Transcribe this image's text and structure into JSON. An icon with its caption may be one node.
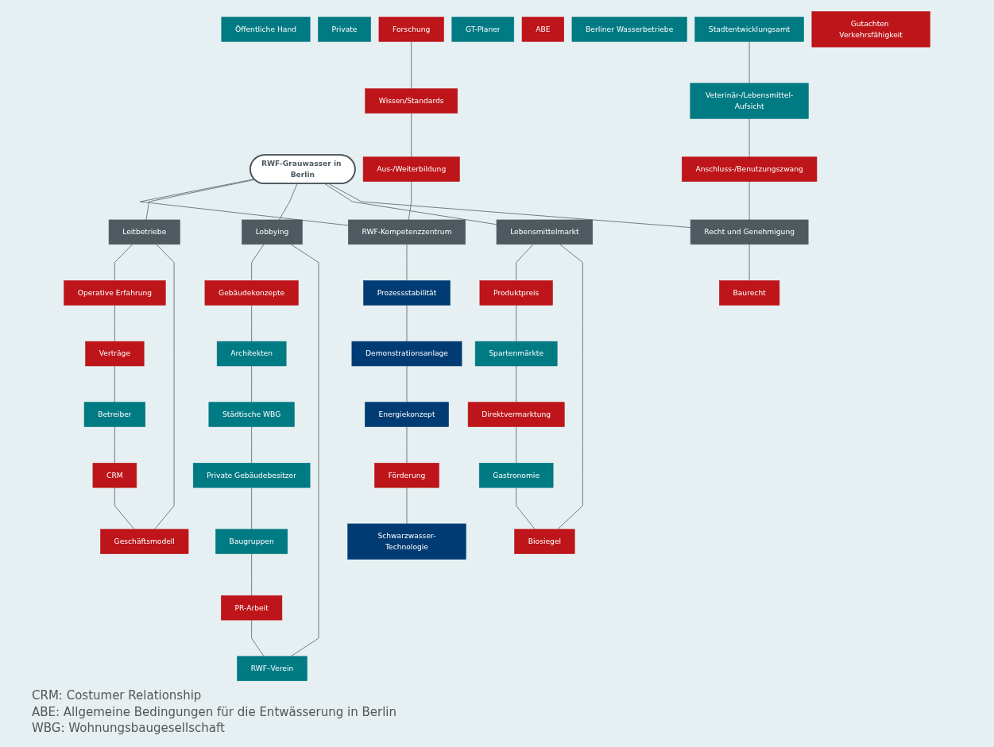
{
  "diagram": {
    "nodes": [
      {
        "text": [
          "RWF-Grauwasser in Berlin"
        ]
      },
      {
        "text": [
          "Öffentliche Hand"
        ]
      },
      {
        "text": [
          "Private"
        ]
      },
      {
        "text": [
          "Förderung"
        ]
      },
      {
        "text": [
          "Energiekonzept"
        ]
      },
      {
        "text": [
          "Schwarzwasser-Technologie"
        ]
      },
      {
        "text": [
          "Forschung"
        ]
      },
      {
        "text": [
          "Demonstrationsanlage"
        ]
      },
      {
        "text": [
          "Wissen/Standards"
        ]
      },
      {
        "text": [
          "Verträge"
        ]
      },
      {
        "text": [
          "Prozessstabilität"
        ]
      },
      {
        "text": [
          "Aus-/Weiterbildung"
        ]
      },
      {
        "text": [
          "Operative Erfahrung"
        ]
      },
      {
        "text": [
          "RWF-Kompetenzzentrum"
        ]
      },
      {
        "text": [
          "GT-Planer"
        ]
      },
      {
        "text": [
          "Gebäudekonzepte"
        ]
      },
      {
        "text": [
          "Betreiber"
        ]
      },
      {
        "text": [
          "Architekten"
        ]
      },
      {
        "text": [
          "CRM"
        ]
      },
      {
        "text": [
          "Leitbetriebe"
        ]
      },
      {
        "text": [
          "Städtische WBG"
        ]
      },
      {
        "text": [
          "Lobbying"
        ]
      },
      {
        "text": [
          "Private Gebäudebesitzer"
        ]
      },
      {
        "text": [
          "RWF–Verein"
        ]
      },
      {
        "text": [
          "Geschäftsmodell"
        ]
      },
      {
        "text": [
          "Baugruppen"
        ]
      },
      {
        "text": [
          "Lebensmittelmarkt"
        ]
      },
      {
        "text": [
          "Recht und Genehmigung"
        ]
      },
      {
        "text": [
          "PR-Arbeit"
        ]
      },
      {
        "text": [
          "Produktpreis"
        ]
      },
      {
        "text": [
          "Spartenmärkte"
        ]
      },
      {
        "text": [
          "Biosiegel"
        ]
      },
      {
        "text": [
          "Baurecht"
        ]
      },
      {
        "text": [
          "ABE"
        ]
      },
      {
        "text": [
          "Berliner Wasserbetriebe"
        ]
      },
      {
        "text": [
          "Stadtentwicklungsamt"
        ]
      },
      {
        "text": [
          "Anschluss-/Benutzungszwang"
        ]
      },
      {
        "text": [
          "Direktvermarktung"
        ]
      },
      {
        "text": [
          "Gastronomie"
        ]
      },
      {
        "text": [
          "Veterinär-/Lebensmittel-Aufsicht"
        ]
      },
      {
        "text": [
          "Gutachten Verkehrsfähigkeit"
        ]
      }
    ],
    "edges": [
      {
        "from": 0,
        "to": 13,
        "arrow": "none"
      },
      {
        "from": 0,
        "to": 19,
        "arrow": "none"
      },
      {
        "from": 0,
        "to": 21,
        "arrow": "none"
      },
      {
        "from": 0,
        "to": 26,
        "arrow": "none"
      },
      {
        "from": 0,
        "to": 27,
        "arrow": "none"
      },
      {
        "from": 13,
        "to": 10,
        "arrow": "none"
      },
      {
        "from": 10,
        "to": 7,
        "arrow": "none"
      },
      {
        "from": 7,
        "to": 4,
        "arrow": "none"
      },
      {
        "from": 4,
        "to": 3,
        "arrow": "none"
      },
      {
        "from": 3,
        "to": 5,
        "arrow": "none"
      },
      {
        "from": 6,
        "to": 8,
        "arrow": "none"
      },
      {
        "from": 8,
        "to": 11,
        "arrow": "none"
      },
      {
        "from": 11,
        "to": 13,
        "arrow": "none"
      },
      {
        "from": 19,
        "to": 12,
        "arrow": "none"
      },
      {
        "from": 12,
        "to": 9,
        "arrow": "none"
      },
      {
        "from": 9,
        "to": 16,
        "arrow": "none"
      },
      {
        "from": 16,
        "to": 18,
        "arrow": "none"
      },
      {
        "from": 18,
        "to": 24,
        "arrow": "none"
      },
      {
        "from": 24,
        "to": 19,
        "arrow": "none"
      },
      {
        "from": 21,
        "to": 15,
        "arrow": "none"
      },
      {
        "from": 15,
        "to": 17,
        "arrow": "none"
      },
      {
        "from": 17,
        "to": 20,
        "arrow": "none"
      },
      {
        "from": 20,
        "to": 22,
        "arrow": "none"
      },
      {
        "from": 22,
        "to": 25,
        "arrow": "none"
      },
      {
        "from": 25,
        "to": 28,
        "arrow": "none"
      },
      {
        "from": 28,
        "to": 23,
        "arrow": "none"
      },
      {
        "from": 23,
        "to": 21,
        "arrow": "none"
      },
      {
        "from": 26,
        "to": 29,
        "arrow": "none"
      },
      {
        "from": 29,
        "to": 30,
        "arrow": "none"
      },
      {
        "from": 30,
        "to": 37,
        "arrow": "none"
      },
      {
        "from": 37,
        "to": 38,
        "arrow": "none"
      },
      {
        "from": 38,
        "to": 31,
        "arrow": "none"
      },
      {
        "from": 31,
        "to": 26,
        "arrow": "none"
      },
      {
        "from": 27,
        "to": 32,
        "arrow": "none"
      },
      {
        "from": 35,
        "to": 39,
        "arrow": "none"
      },
      {
        "from": 39,
        "to": 36,
        "arrow": "none"
      },
      {
        "from": 36,
        "to": 27,
        "arrow": "none"
      }
    ],
    "labels": [
      "CRM: Costumer Relationship",
      "ABE: Allgemeine Bedingungen für die Entwässerung in Berlin",
      "WBG: Wohnungsbaugesellschaft"
    ]
  }
}
